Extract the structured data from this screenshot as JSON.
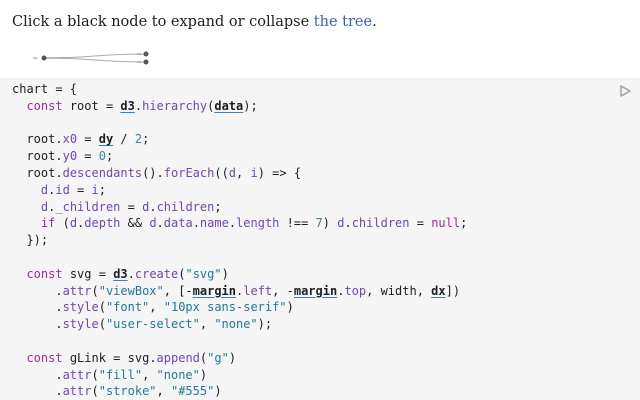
{
  "intro": {
    "prefix": "Click a black node to expand or collapse ",
    "link": "the tree",
    "suffix": "."
  },
  "tree": {
    "node_labels": [
      "~",
      "~",
      "~"
    ],
    "colors": {
      "expandable_node": "#555555",
      "link": "#555555",
      "text": "#555555"
    }
  },
  "code": {
    "lines": [
      [
        [
          "ident",
          "chart"
        ],
        [
          "punct",
          " = {"
        ]
      ],
      [
        [
          "punct",
          "  "
        ],
        [
          "keyword",
          "const"
        ],
        [
          "punct",
          " "
        ],
        [
          "ident",
          "root"
        ],
        [
          "punct",
          " = "
        ],
        [
          "ref",
          "d3"
        ],
        [
          "punct",
          "."
        ],
        [
          "prop",
          "hierarchy"
        ],
        [
          "punct",
          "("
        ],
        [
          "ref",
          "data"
        ],
        [
          "punct",
          ");"
        ]
      ],
      [],
      [
        [
          "punct",
          "  "
        ],
        [
          "ident",
          "root"
        ],
        [
          "punct",
          "."
        ],
        [
          "prop",
          "x0"
        ],
        [
          "punct",
          " = "
        ],
        [
          "ref",
          "dy"
        ],
        [
          "punct",
          " / "
        ],
        [
          "number",
          "2"
        ],
        [
          "punct",
          ";"
        ]
      ],
      [
        [
          "punct",
          "  "
        ],
        [
          "ident",
          "root"
        ],
        [
          "punct",
          "."
        ],
        [
          "prop",
          "y0"
        ],
        [
          "punct",
          " = "
        ],
        [
          "number",
          "0"
        ],
        [
          "punct",
          ";"
        ]
      ],
      [
        [
          "punct",
          "  "
        ],
        [
          "ident",
          "root"
        ],
        [
          "punct",
          "."
        ],
        [
          "prop",
          "descendants"
        ],
        [
          "punct",
          "()."
        ],
        [
          "prop",
          "forEach"
        ],
        [
          "punct",
          "(("
        ],
        [
          "prop",
          "d"
        ],
        [
          "punct",
          ", "
        ],
        [
          "prop",
          "i"
        ],
        [
          "punct",
          ") => {"
        ]
      ],
      [
        [
          "punct",
          "    "
        ],
        [
          "prop",
          "d"
        ],
        [
          "punct",
          "."
        ],
        [
          "prop",
          "id"
        ],
        [
          "punct",
          " = "
        ],
        [
          "prop",
          "i"
        ],
        [
          "punct",
          ";"
        ]
      ],
      [
        [
          "punct",
          "    "
        ],
        [
          "prop",
          "d"
        ],
        [
          "punct",
          "."
        ],
        [
          "prop",
          "_children"
        ],
        [
          "punct",
          " = "
        ],
        [
          "prop",
          "d"
        ],
        [
          "punct",
          "."
        ],
        [
          "prop",
          "children"
        ],
        [
          "punct",
          ";"
        ]
      ],
      [
        [
          "punct",
          "    "
        ],
        [
          "keyword",
          "if"
        ],
        [
          "punct",
          " ("
        ],
        [
          "prop",
          "d"
        ],
        [
          "punct",
          "."
        ],
        [
          "prop",
          "depth"
        ],
        [
          "punct",
          " && "
        ],
        [
          "prop",
          "d"
        ],
        [
          "punct",
          "."
        ],
        [
          "prop",
          "data"
        ],
        [
          "punct",
          "."
        ],
        [
          "prop",
          "name"
        ],
        [
          "punct",
          "."
        ],
        [
          "prop",
          "length"
        ],
        [
          "punct",
          " !== "
        ],
        [
          "number",
          "7"
        ],
        [
          "punct",
          ") "
        ],
        [
          "prop",
          "d"
        ],
        [
          "punct",
          "."
        ],
        [
          "prop",
          "children"
        ],
        [
          "punct",
          " = "
        ],
        [
          "keyword",
          "null"
        ],
        [
          "punct",
          ";"
        ]
      ],
      [
        [
          "punct",
          "  });"
        ]
      ],
      [],
      [
        [
          "punct",
          "  "
        ],
        [
          "keyword",
          "const"
        ],
        [
          "punct",
          " "
        ],
        [
          "ident",
          "svg"
        ],
        [
          "punct",
          " = "
        ],
        [
          "ref",
          "d3"
        ],
        [
          "punct",
          "."
        ],
        [
          "prop",
          "create"
        ],
        [
          "punct",
          "("
        ],
        [
          "string",
          "\"svg\""
        ],
        [
          "punct",
          ")"
        ]
      ],
      [
        [
          "punct",
          "      ."
        ],
        [
          "prop",
          "attr"
        ],
        [
          "punct",
          "("
        ],
        [
          "string",
          "\"viewBox\""
        ],
        [
          "punct",
          ", [-"
        ],
        [
          "ref",
          "margin"
        ],
        [
          "punct",
          "."
        ],
        [
          "prop",
          "left"
        ],
        [
          "punct",
          ", -"
        ],
        [
          "ref",
          "margin"
        ],
        [
          "punct",
          "."
        ],
        [
          "prop",
          "top"
        ],
        [
          "punct",
          ", "
        ],
        [
          "ident",
          "width"
        ],
        [
          "punct",
          ", "
        ],
        [
          "ref",
          "dx"
        ],
        [
          "punct",
          "])"
        ]
      ],
      [
        [
          "punct",
          "      ."
        ],
        [
          "prop",
          "style"
        ],
        [
          "punct",
          "("
        ],
        [
          "string",
          "\"font\""
        ],
        [
          "punct",
          ", "
        ],
        [
          "string",
          "\"10px sans-serif\""
        ],
        [
          "punct",
          ")"
        ]
      ],
      [
        [
          "punct",
          "      ."
        ],
        [
          "prop",
          "style"
        ],
        [
          "punct",
          "("
        ],
        [
          "string",
          "\"user-select\""
        ],
        [
          "punct",
          ", "
        ],
        [
          "string",
          "\"none\""
        ],
        [
          "punct",
          ");"
        ]
      ],
      [],
      [
        [
          "punct",
          "  "
        ],
        [
          "keyword",
          "const"
        ],
        [
          "punct",
          " "
        ],
        [
          "ident",
          "gLink"
        ],
        [
          "punct",
          " = "
        ],
        [
          "ident",
          "svg"
        ],
        [
          "punct",
          "."
        ],
        [
          "prop",
          "append"
        ],
        [
          "punct",
          "("
        ],
        [
          "string",
          "\"g\""
        ],
        [
          "punct",
          ")"
        ]
      ],
      [
        [
          "punct",
          "      ."
        ],
        [
          "prop",
          "attr"
        ],
        [
          "punct",
          "("
        ],
        [
          "string",
          "\"fill\""
        ],
        [
          "punct",
          ", "
        ],
        [
          "string",
          "\"none\""
        ],
        [
          "punct",
          ")"
        ]
      ],
      [
        [
          "punct",
          "      ."
        ],
        [
          "prop",
          "attr"
        ],
        [
          "punct",
          "("
        ],
        [
          "string",
          "\"stroke\""
        ],
        [
          "punct",
          ", "
        ],
        [
          "string",
          "\"#555\""
        ],
        [
          "punct",
          ")"
        ]
      ]
    ]
  },
  "run_icon": "run-play-icon"
}
